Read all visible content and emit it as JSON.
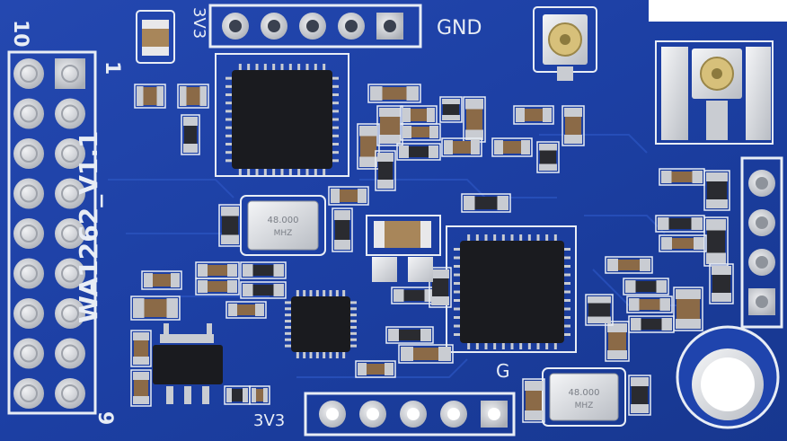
{
  "board": {
    "model": "WA1262_V1.1",
    "pin_top_left": "10",
    "pin_bottom_left": "9",
    "marker_one": "1",
    "label_top_3v3": "3V3",
    "label_gnd": "GND",
    "label_bottom_3v3": "3V3",
    "label_g": "G"
  },
  "crystals": [
    {
      "marking": "48.000",
      "sub": "MHZ"
    },
    {
      "marking": "48.000",
      "sub": "MHZ"
    }
  ],
  "colors": {
    "pcb": "#1c3fa3",
    "silkscreen": "#e8edf5",
    "pad": "#c9ccd2",
    "chip": "#1a1b1f"
  }
}
